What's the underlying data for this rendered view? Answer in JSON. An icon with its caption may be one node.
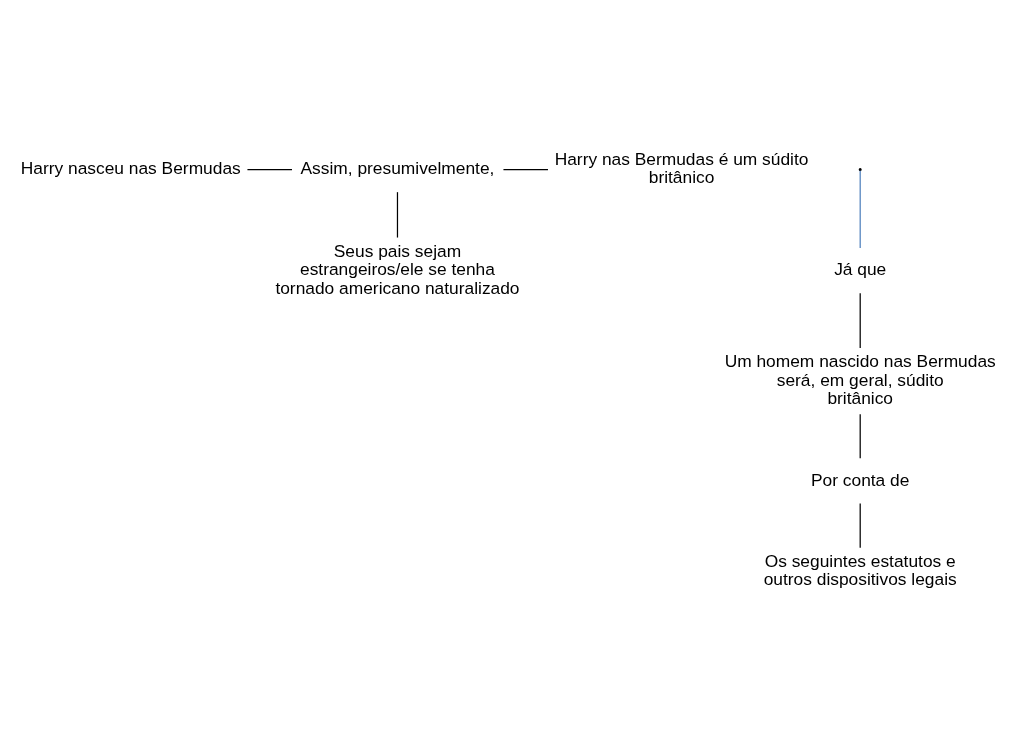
{
  "diagram": {
    "nodes": [
      {
        "text": [
          "Harry nasceu nas Bermudas"
        ]
      },
      {
        "text": [
          "Assim, presumivelmente,"
        ]
      },
      {
        "text": [
          "Harry nas Bermudas é um súdito britânico"
        ]
      },
      {
        "text": [
          "Já que"
        ]
      },
      {
        "text": [
          "Seus pais sejam estrangeiros/ele se tenha tornado americano naturalizado"
        ]
      },
      {
        "text": [
          "Um homem nascido nas Bermudas será, em geral, súdito britânico"
        ]
      },
      {
        "text": [
          "Por conta de"
        ]
      },
      {
        "text": [
          "Os seguintes estatutos e outros dispositivos legais"
        ]
      }
    ],
    "edges": [
      {
        "from": 0,
        "to": 1,
        "arrow": "none"
      },
      {
        "from": 1,
        "to": 2,
        "arrow": "none"
      },
      {
        "from": null,
        "to": 3,
        "arrow": "none",
        "color": "#4f81bd"
      },
      {
        "from": 1,
        "to": 4,
        "arrow": "none"
      },
      {
        "from": 3,
        "to": 5,
        "arrow": "none"
      },
      {
        "from": 5,
        "to": 6,
        "arrow": "none"
      },
      {
        "from": 6,
        "to": 7,
        "arrow": "none"
      }
    ]
  }
}
